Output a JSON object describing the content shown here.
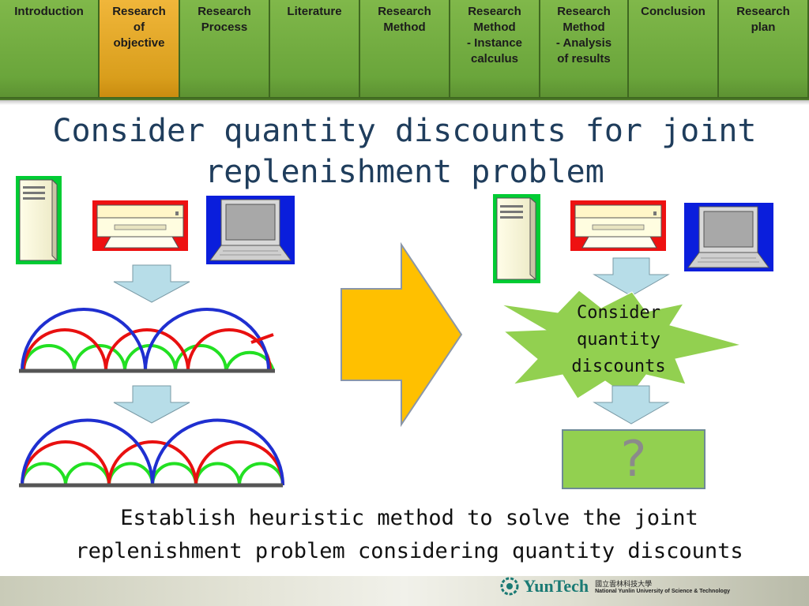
{
  "nav": {
    "tabs": [
      {
        "label": "Introduction",
        "active": false
      },
      {
        "label": "Research\nof\nobjective",
        "active": true
      },
      {
        "label": "Research\nProcess",
        "active": false
      },
      {
        "label": "Literature",
        "active": false
      },
      {
        "label": "Research\nMethod",
        "active": false
      },
      {
        "label": "Research\nMethod\n- Instance\ncalculus",
        "active": false
      },
      {
        "label": "Research\nMethod\n- Analysis\nof results",
        "active": false
      },
      {
        "label": "Conclusion",
        "active": false
      },
      {
        "label": "Research\nplan",
        "active": false
      }
    ]
  },
  "title": "Consider quantity discounts for joint\nreplenishment problem",
  "diagram": {
    "left_icons": [
      "server-icon",
      "printer-icon",
      "laptop-icon"
    ],
    "right_icons": [
      "server-icon",
      "printer-icon",
      "laptop-icon"
    ],
    "burst_label": "Consider\nquantity\ndiscounts",
    "result_label": "?",
    "colors": {
      "arc_blue": "#1f2fd0",
      "arc_red": "#e81010",
      "arc_green": "#22e022",
      "big_arrow": "#ffc000",
      "down_arrow": "#b7dde8",
      "burst": "#92d050",
      "result_box": "#92d050"
    }
  },
  "conclusion": "Establish heuristic method to solve the joint\nreplenishment problem considering quantity discounts",
  "footer": {
    "logo_text": "YunTech",
    "logo_cn": "國立雲林科技大學",
    "logo_en": "National Yunlin University of Science & Technology"
  }
}
